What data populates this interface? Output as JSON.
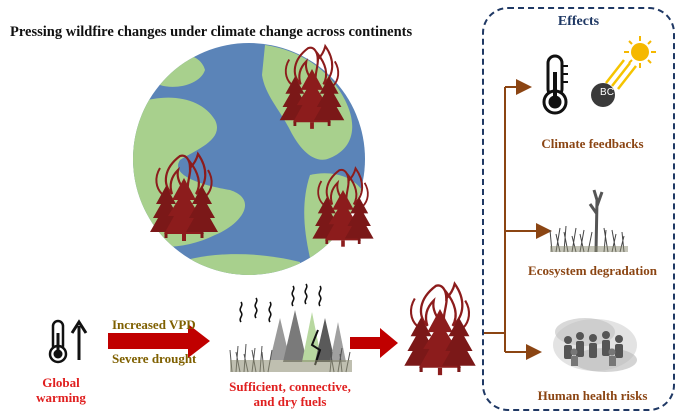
{
  "title": "Pressing wildfire changes under climate change across continents",
  "effects": {
    "heading": "Effects",
    "items": [
      {
        "label": "Climate feedbacks"
      },
      {
        "label": "Ecosystem degradation"
      },
      {
        "label": "Human health risks"
      }
    ],
    "bc_label": "BC"
  },
  "drivers": {
    "global_warming": [
      "Global",
      "warming"
    ],
    "arrow_labels": [
      "Increased VPD",
      "Severe drought"
    ],
    "fuels": [
      "Sufficient, connective,",
      "and dry fuels"
    ]
  },
  "colors": {
    "ocean": "#5b84b8",
    "land": "#a8d08d",
    "flame": "#8c1c1c",
    "arrow_red": "#c00000",
    "effects_border": "#1f3864",
    "branch_brown": "#8b4513",
    "label_red": "#e02020",
    "label_olive": "#7f6000"
  }
}
